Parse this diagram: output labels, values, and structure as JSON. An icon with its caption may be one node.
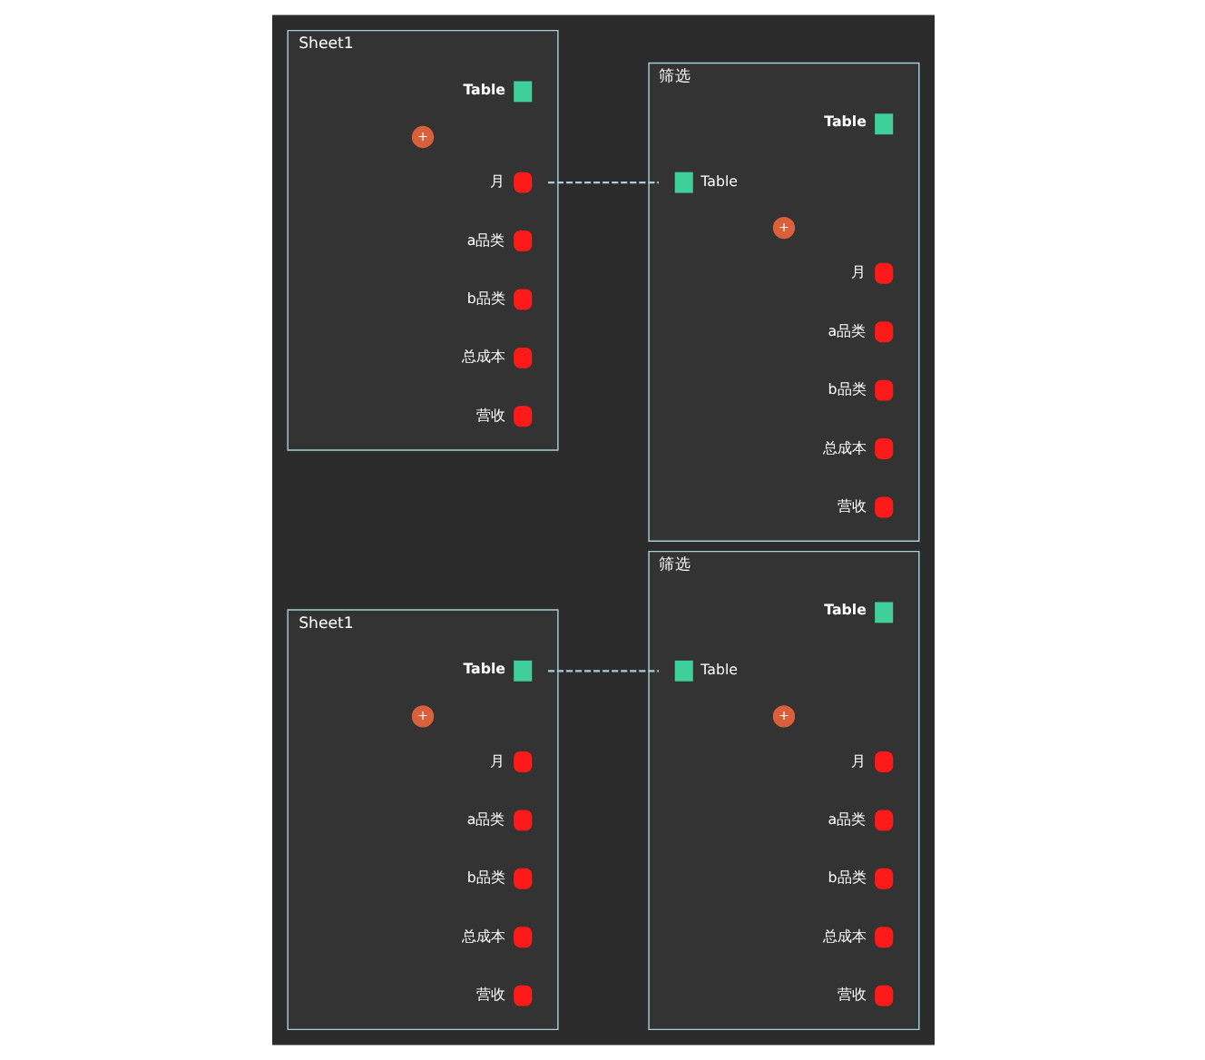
{
  "diagram": {
    "nodes": [
      {
        "text": [
          "Sheet1"
        ]
      },
      {
        "text": [
          "Table"
        ],
        "in": 0
      },
      {
        "text": [
          "+"
        ],
        "in": 0
      },
      {
        "text": [
          "月"
        ],
        "in": 0
      },
      {
        "text": [
          "a品类"
        ],
        "in": 0
      },
      {
        "text": [
          "b品类"
        ],
        "in": 0
      },
      {
        "text": [
          "总成本"
        ],
        "in": 0
      },
      {
        "text": [
          "营收"
        ],
        "in": 0
      },
      {
        "text": [
          "筛选"
        ]
      },
      {
        "text": [
          "Table"
        ],
        "in": 8
      },
      {
        "text": [
          "Table"
        ],
        "in": 8
      },
      {
        "text": [
          "+"
        ],
        "in": 8
      },
      {
        "text": [
          "月"
        ],
        "in": 8
      },
      {
        "text": [
          "a品类"
        ],
        "in": 8
      },
      {
        "text": [
          "b品类"
        ],
        "in": 8
      },
      {
        "text": [
          "总成本"
        ],
        "in": 8
      },
      {
        "text": [
          "营收"
        ],
        "in": 8
      },
      {
        "text": [
          "Sheet1"
        ]
      },
      {
        "text": [
          "Table"
        ],
        "in": 17
      },
      {
        "text": [
          "+"
        ],
        "in": 17
      },
      {
        "text": [
          "月"
        ],
        "in": 17
      },
      {
        "text": [
          "a品类"
        ],
        "in": 17
      },
      {
        "text": [
          "b品类"
        ],
        "in": 17
      },
      {
        "text": [
          "总成本"
        ],
        "in": 17
      },
      {
        "text": [
          "营收"
        ],
        "in": 17
      },
      {
        "text": [
          "筛选"
        ]
      },
      {
        "text": [
          "Table"
        ],
        "in": 25
      },
      {
        "text": [
          "Table"
        ],
        "in": 25
      },
      {
        "text": [
          "+"
        ],
        "in": 25
      },
      {
        "text": [
          "月"
        ],
        "in": 25
      },
      {
        "text": [
          "a品类"
        ],
        "in": 25
      },
      {
        "text": [
          "b品类"
        ],
        "in": 25
      },
      {
        "text": [
          "总成本"
        ],
        "in": 25
      },
      {
        "text": [
          "营收"
        ],
        "in": 25
      }
    ],
    "edges": [
      {
        "from": 1,
        "to": 10,
        "arrow": "none",
        "style": "dashed"
      },
      {
        "from": 20,
        "to": 27,
        "arrow": "none",
        "style": "dashed"
      }
    ]
  }
}
